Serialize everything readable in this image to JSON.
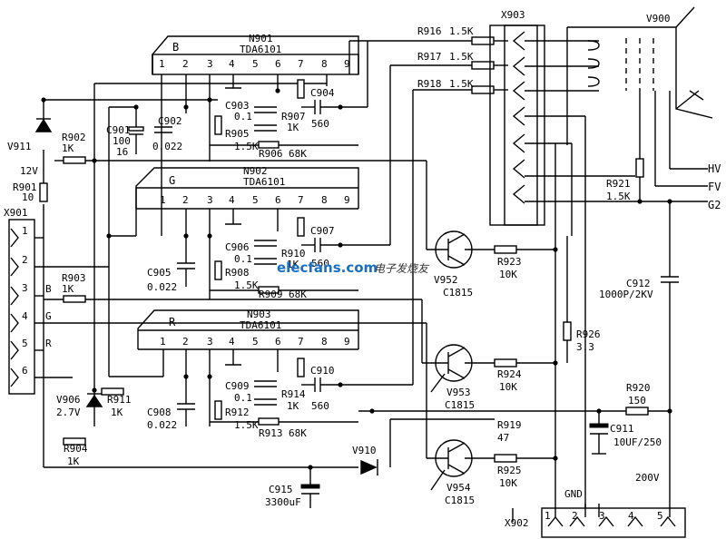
{
  "ic": {
    "n901": {
      "name": "N901",
      "type": "TDA6101",
      "channel": "B"
    },
    "n902": {
      "name": "N902",
      "type": "TDA6101",
      "channel": "G"
    },
    "n903": {
      "name": "N903",
      "type": "TDA6101",
      "channel": "R"
    },
    "pins": [
      "1",
      "2",
      "3",
      "4",
      "5",
      "6",
      "7",
      "8",
      "9"
    ]
  },
  "connectors": {
    "x901": {
      "name": "X901",
      "pins": [
        "1",
        "2",
        "3",
        "4",
        "5",
        "6"
      ],
      "labels": {
        "b": "B",
        "g": "G",
        "r": "R"
      }
    },
    "x902": {
      "name": "X902",
      "title": "GND",
      "pins": [
        "1",
        "2",
        "3",
        "4",
        "5"
      ]
    },
    "x903": {
      "name": "X903"
    },
    "v900": {
      "name": "V900"
    }
  },
  "outputs": {
    "hv": "HV",
    "fv": "FV",
    "g2": "G2",
    "v200": "200V"
  },
  "supply_label": "12V",
  "components": {
    "r916": {
      "ref": "R916",
      "val": "1.5K"
    },
    "r917": {
      "ref": "R917",
      "val": "1.5K"
    },
    "r918": {
      "ref": "R918",
      "val": "1.5K"
    },
    "r902": {
      "ref": "R902",
      "val": "1K"
    },
    "r901": {
      "ref": "R901",
      "val": "10"
    },
    "c901": {
      "ref": "C901",
      "val1": "100",
      "val2": "16"
    },
    "c902": {
      "ref": "C902",
      "val": "0.022"
    },
    "c903": {
      "ref": "C903",
      "val": "0.1"
    },
    "r905": {
      "ref": "R905",
      "val": "1.5K"
    },
    "r907": {
      "ref": "R907",
      "val": "1K"
    },
    "c904": {
      "ref": "C904",
      "val": "560"
    },
    "r906": {
      "ref": "R906",
      "val": "68K"
    },
    "v911": {
      "ref": "V911"
    },
    "c905": {
      "ref": "C905",
      "val": "0.022"
    },
    "c906": {
      "ref": "C906",
      "val": "0.1"
    },
    "r908": {
      "ref": "R908",
      "val": "1.5K"
    },
    "r910": {
      "ref": "R910",
      "val": "1K"
    },
    "c907": {
      "ref": "C907",
      "val": "560"
    },
    "r909": {
      "ref": "R909",
      "val": "68K"
    },
    "r903": {
      "ref": "R903",
      "val": "1K"
    },
    "v952": {
      "ref": "V952",
      "type": "C1815"
    },
    "r923": {
      "ref": "R923",
      "val": "10K"
    },
    "r921": {
      "ref": "R921",
      "val": "1.5K"
    },
    "c912": {
      "ref": "C912",
      "val": "1000P/2KV"
    },
    "r926": {
      "ref": "R926",
      "val": "3.3"
    },
    "v953": {
      "ref": "V953",
      "type": "C1815"
    },
    "r924": {
      "ref": "R924",
      "val": "10K"
    },
    "c909": {
      "ref": "C909",
      "val": "0.1"
    },
    "r914": {
      "ref": "R914",
      "val": "1K"
    },
    "c910": {
      "ref": "C910",
      "val": "560"
    },
    "r912": {
      "ref": "R912",
      "val": "1.5K"
    },
    "r913": {
      "ref": "R913",
      "val": "68K"
    },
    "c908": {
      "ref": "C908",
      "val": "0.022"
    },
    "v906": {
      "ref": "V906",
      "val": "2.7V"
    },
    "r911": {
      "ref": "R911",
      "val": "1K"
    },
    "r904": {
      "ref": "R904",
      "val": "1K"
    },
    "r920": {
      "ref": "R920",
      "val": "150"
    },
    "r919": {
      "ref": "R919",
      "val": "47"
    },
    "c911": {
      "ref": "C911",
      "val": "10UF/250"
    },
    "v910": {
      "ref": "V910"
    },
    "v954": {
      "ref": "V954",
      "type": "C1815"
    },
    "r925": {
      "ref": "R925",
      "val": "10K"
    },
    "c915": {
      "ref": "C915",
      "val": "3300uF"
    }
  },
  "watermark": {
    "text": "elecfans.com",
    "cn": "电子发烧友"
  }
}
